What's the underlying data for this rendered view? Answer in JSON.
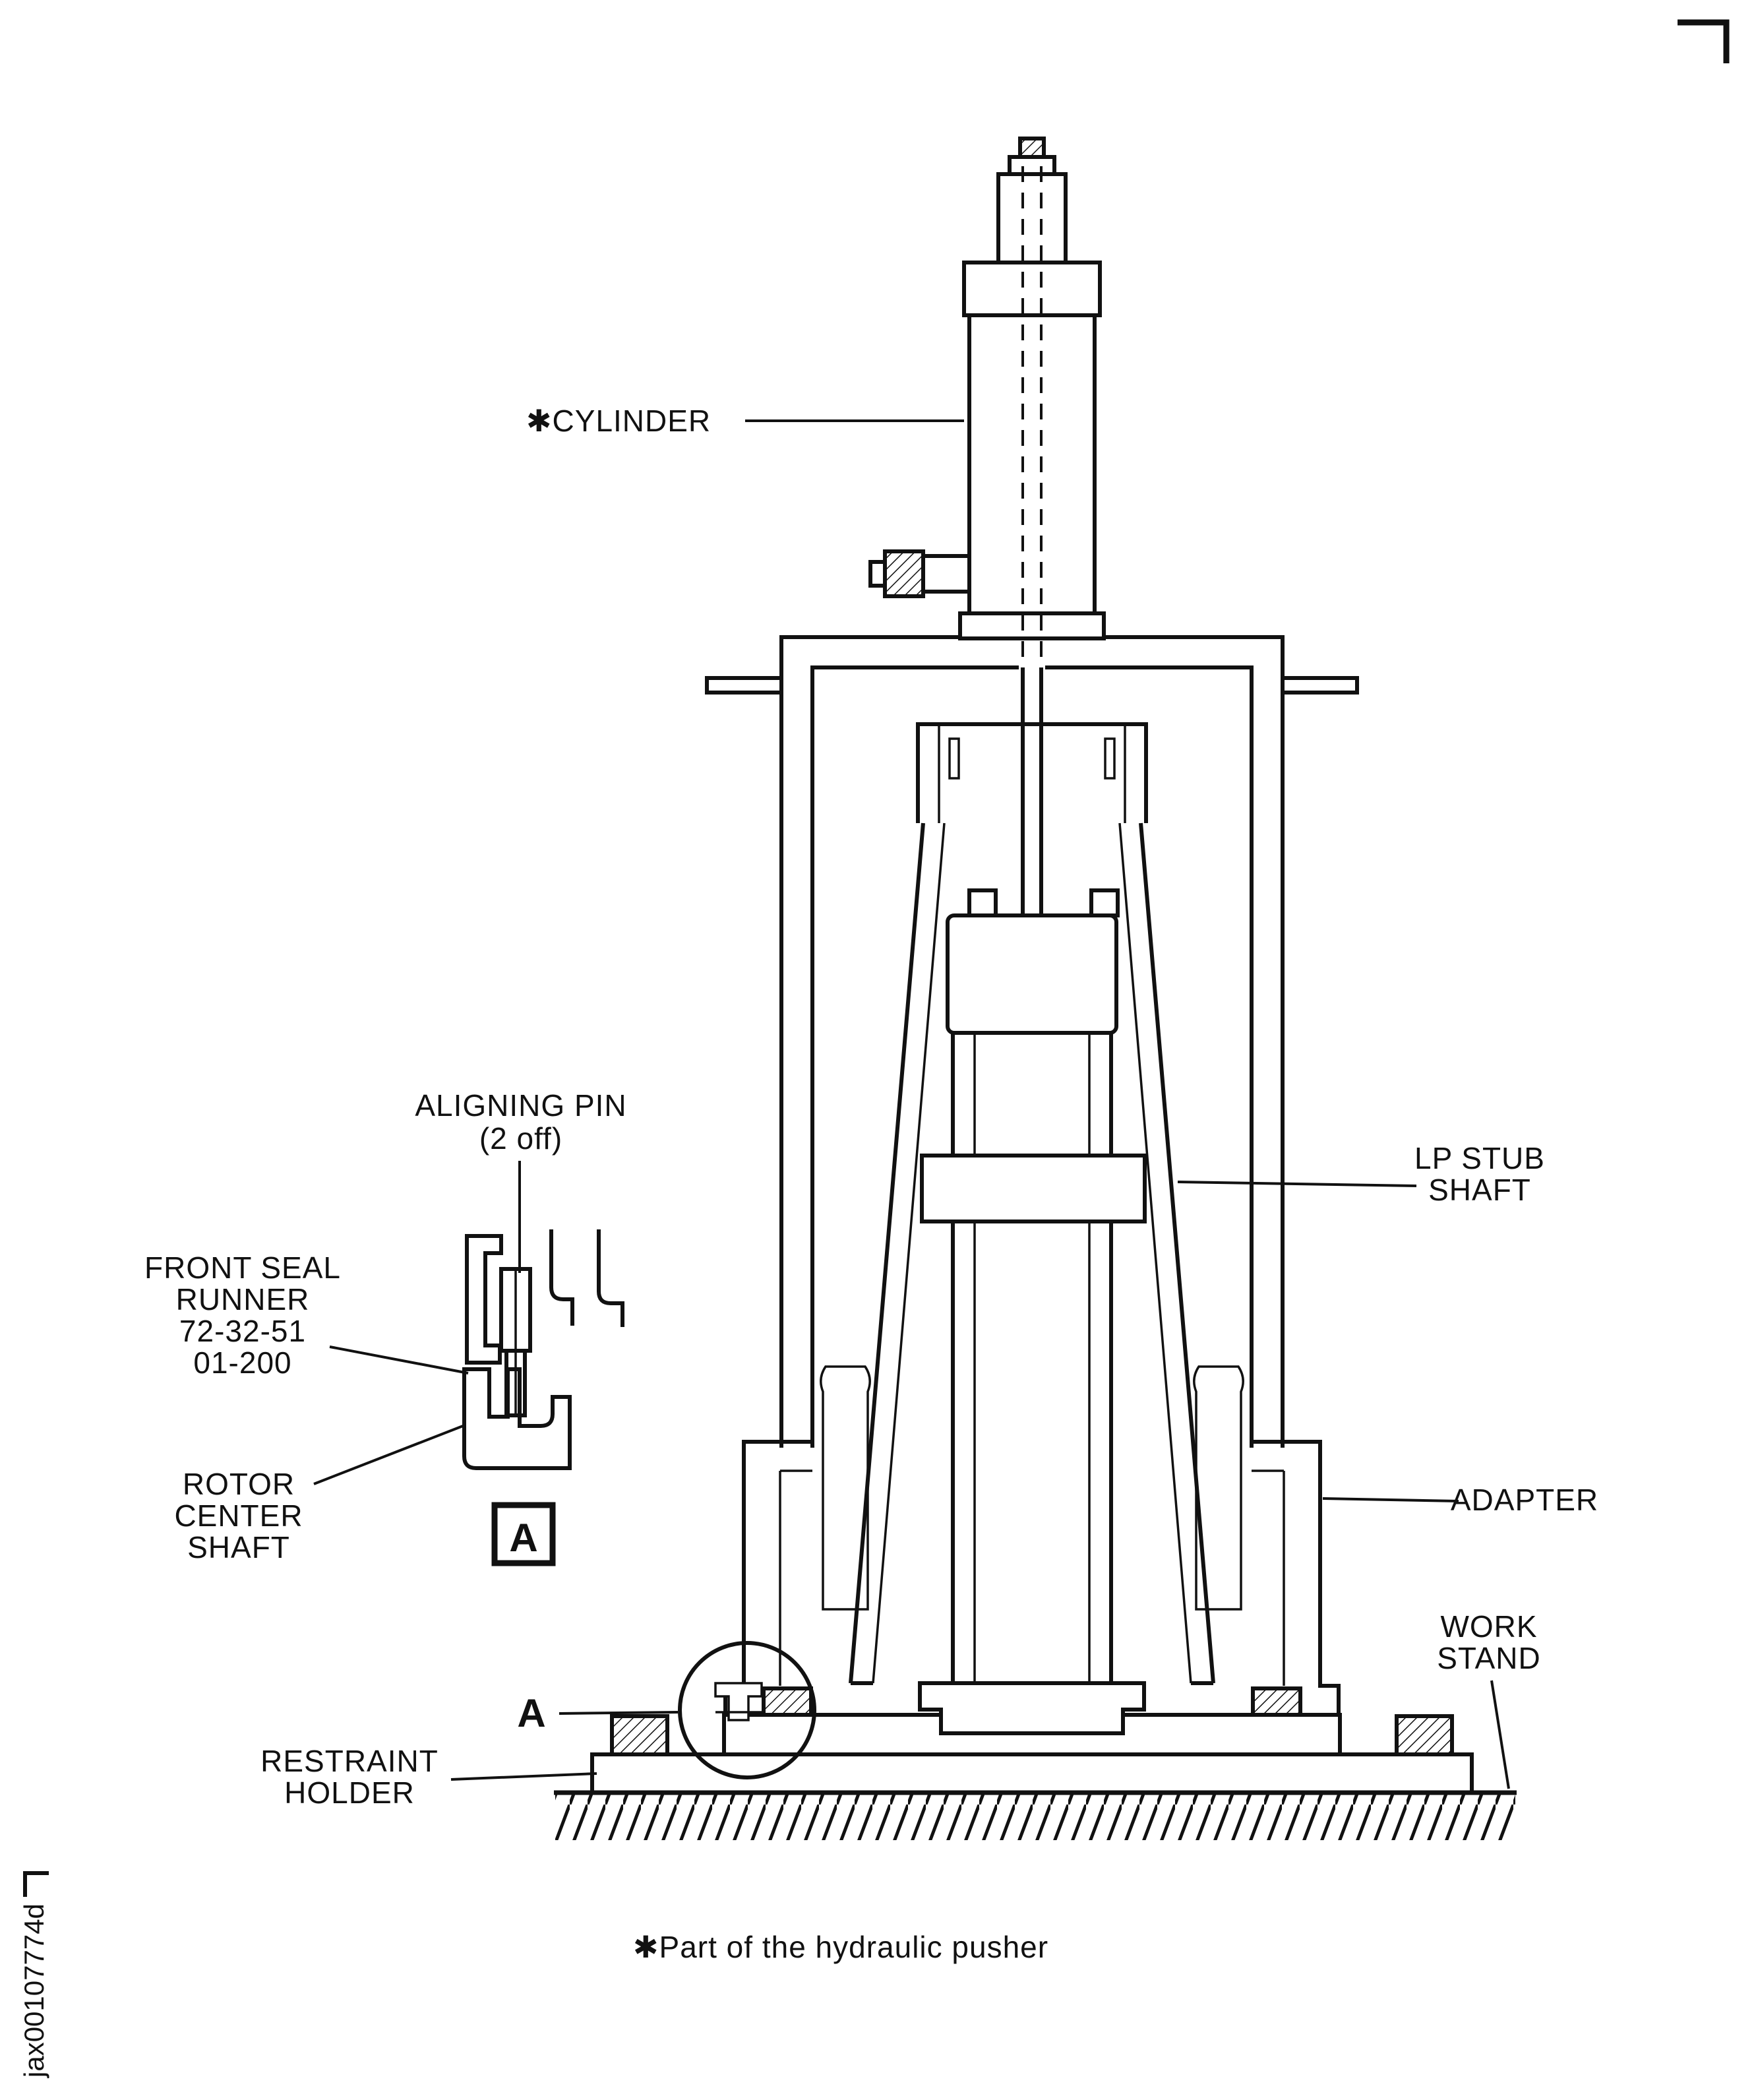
{
  "colors": {
    "ink": "#111111",
    "background": "#ffffff"
  },
  "annotations": {
    "cylinder": "✱CYLINDER",
    "aligning_pin": [
      "ALIGNING PIN",
      "(2 off)"
    ],
    "front_seal_runner": [
      "FRONT SEAL",
      "RUNNER",
      "72-32-51",
      "01-200"
    ],
    "rotor_center_shaft": [
      "ROTOR",
      "CENTER",
      "SHAFT"
    ],
    "lp_stub_shaft": [
      "LP STUB",
      "SHAFT"
    ],
    "adapter": "ADAPTER",
    "work_stand": [
      "WORK",
      "STAND"
    ],
    "restraint_holder": [
      "RESTRAINT",
      "HOLDER"
    ],
    "detail_box_label": "A",
    "detail_callout_label": "A",
    "footnote": "✱Part of the hydraulic pusher",
    "figure_code": "jax00107774d"
  }
}
